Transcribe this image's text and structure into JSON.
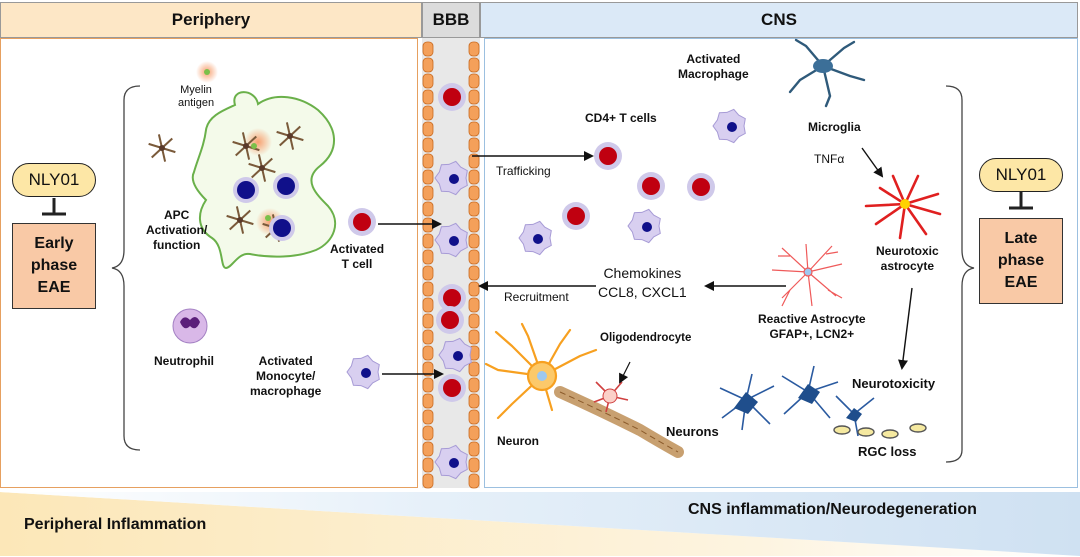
{
  "headers": {
    "periphery": "Periphery",
    "bbb": "BBB",
    "cns": "CNS"
  },
  "left": {
    "drug": "NLY01",
    "phase": "Early\nphase\nEAE",
    "myelin_antigen": "Myelin\nantigen",
    "apc": "APC\nActivation/\nfunction",
    "activated_t_cell": "Activated\nT cell",
    "neutrophil": "Neutrophil",
    "monocyte": "Activated\nMonocyte/\nmacrophage"
  },
  "center": {
    "trafficking": "Trafficking",
    "recruitment": "Recruitment",
    "cd4": "CD4+ T cells",
    "activated_macrophage": "Activated\nMacrophage",
    "chemokines": "Chemokines\nCCL8, CXCL1",
    "oligodendrocyte": "Oligodendrocyte",
    "neuron": "Neuron"
  },
  "right": {
    "microglia": "Microglia",
    "tnf": "TNFα",
    "neurotoxic_astrocyte": "Neurotoxic\nastrocyte",
    "reactive_astrocyte": "Reactive Astrocyte\nGFAP+, LCN2+",
    "neurotoxicity": "Neurotoxicity",
    "neurons": "Neurons",
    "rgc_loss": "RGC loss",
    "drug": "NLY01",
    "phase": "Late\nphase\nEAE"
  },
  "footer": {
    "peripheral": "Peripheral Inflammation",
    "cns": "CNS inflammation/Neurodegeneration"
  },
  "colors": {
    "periphery_header": "#fde7c6",
    "cns_header": "#dbe9f7",
    "t_cell_nucleus": "#c00010",
    "cell_membrane": "#cfc9ea",
    "nucleus_dark": "#10108a",
    "astrocyte_red": "#e02020",
    "neuron_blue": "#1f4e8c",
    "oligodendrocyte": "#c8a070",
    "neuron_orange": "#f7a020",
    "nly01_fill": "#fde7a6",
    "phase_fill": "#f9c9a6"
  },
  "icons": [
    "t-cell-icon",
    "macrophage-icon",
    "neutrophil-icon",
    "apc-icon",
    "microglia-icon",
    "astrocyte-icon",
    "neuron-icon",
    "oligodendrocyte-icon",
    "lymph-node-icon",
    "endothelial-cell-icon",
    "inhibit-icon"
  ]
}
